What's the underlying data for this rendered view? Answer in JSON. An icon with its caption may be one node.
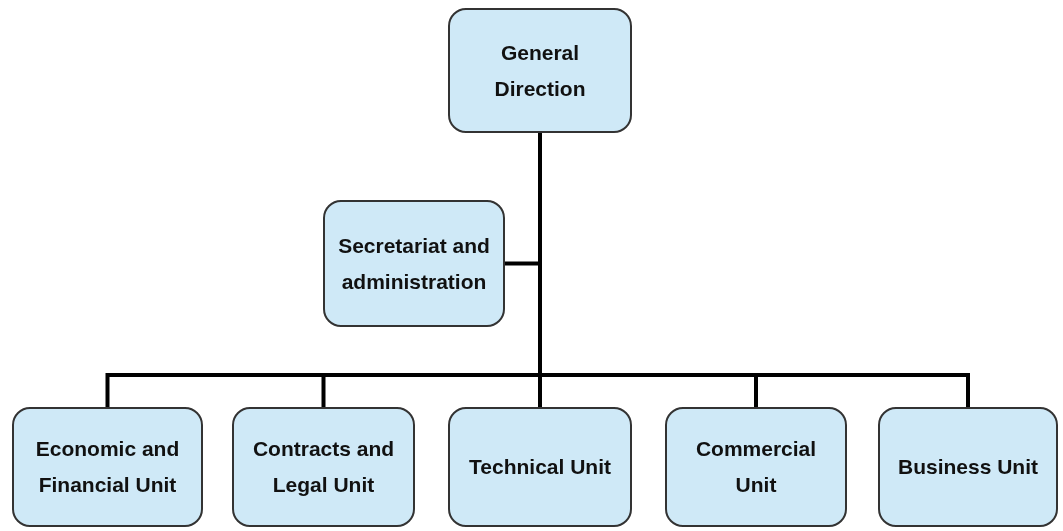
{
  "diagram": {
    "nodes": [
      {
        "text": [
          "General Direction"
        ]
      },
      {
        "text": [
          "Secretariat and administration"
        ]
      },
      {
        "text": [
          "Economic and Financial Unit"
        ]
      },
      {
        "text": [
          "Contracts and Legal Unit"
        ]
      },
      {
        "text": [
          "Technical Unit"
        ]
      },
      {
        "text": [
          "Commercial Unit"
        ]
      },
      {
        "text": [
          "Business Unit"
        ]
      }
    ],
    "edges": [
      {
        "from": 0,
        "to": 1,
        "arrow": "none"
      },
      {
        "from": 0,
        "to": 2,
        "arrow": "none"
      },
      {
        "from": 0,
        "to": 3,
        "arrow": "none"
      },
      {
        "from": 0,
        "to": 4,
        "arrow": "none"
      },
      {
        "from": 0,
        "to": 5,
        "arrow": "none"
      },
      {
        "from": 0,
        "to": 6,
        "arrow": "none"
      }
    ]
  }
}
